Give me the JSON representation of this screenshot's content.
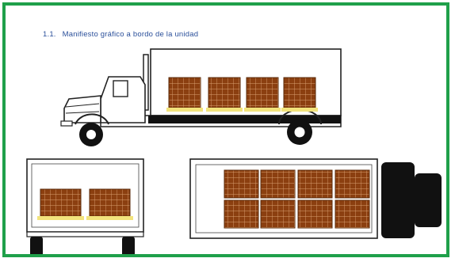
{
  "section": {
    "number": "1.1.",
    "title": "Manifiesto  gráfico a  bordo de la  unidad"
  },
  "colors": {
    "frame": "#1fa04a",
    "heading": "#2a4f9a",
    "box": "#8b3f10",
    "pallet": "#f2e37c",
    "tire": "#111111"
  },
  "figures": [
    {
      "name": "truck-side-view",
      "pallets_shown": 4
    },
    {
      "name": "truck-rear-view",
      "pallets_shown": 2
    },
    {
      "name": "truck-top-view",
      "pallets_shown": 8
    }
  ]
}
